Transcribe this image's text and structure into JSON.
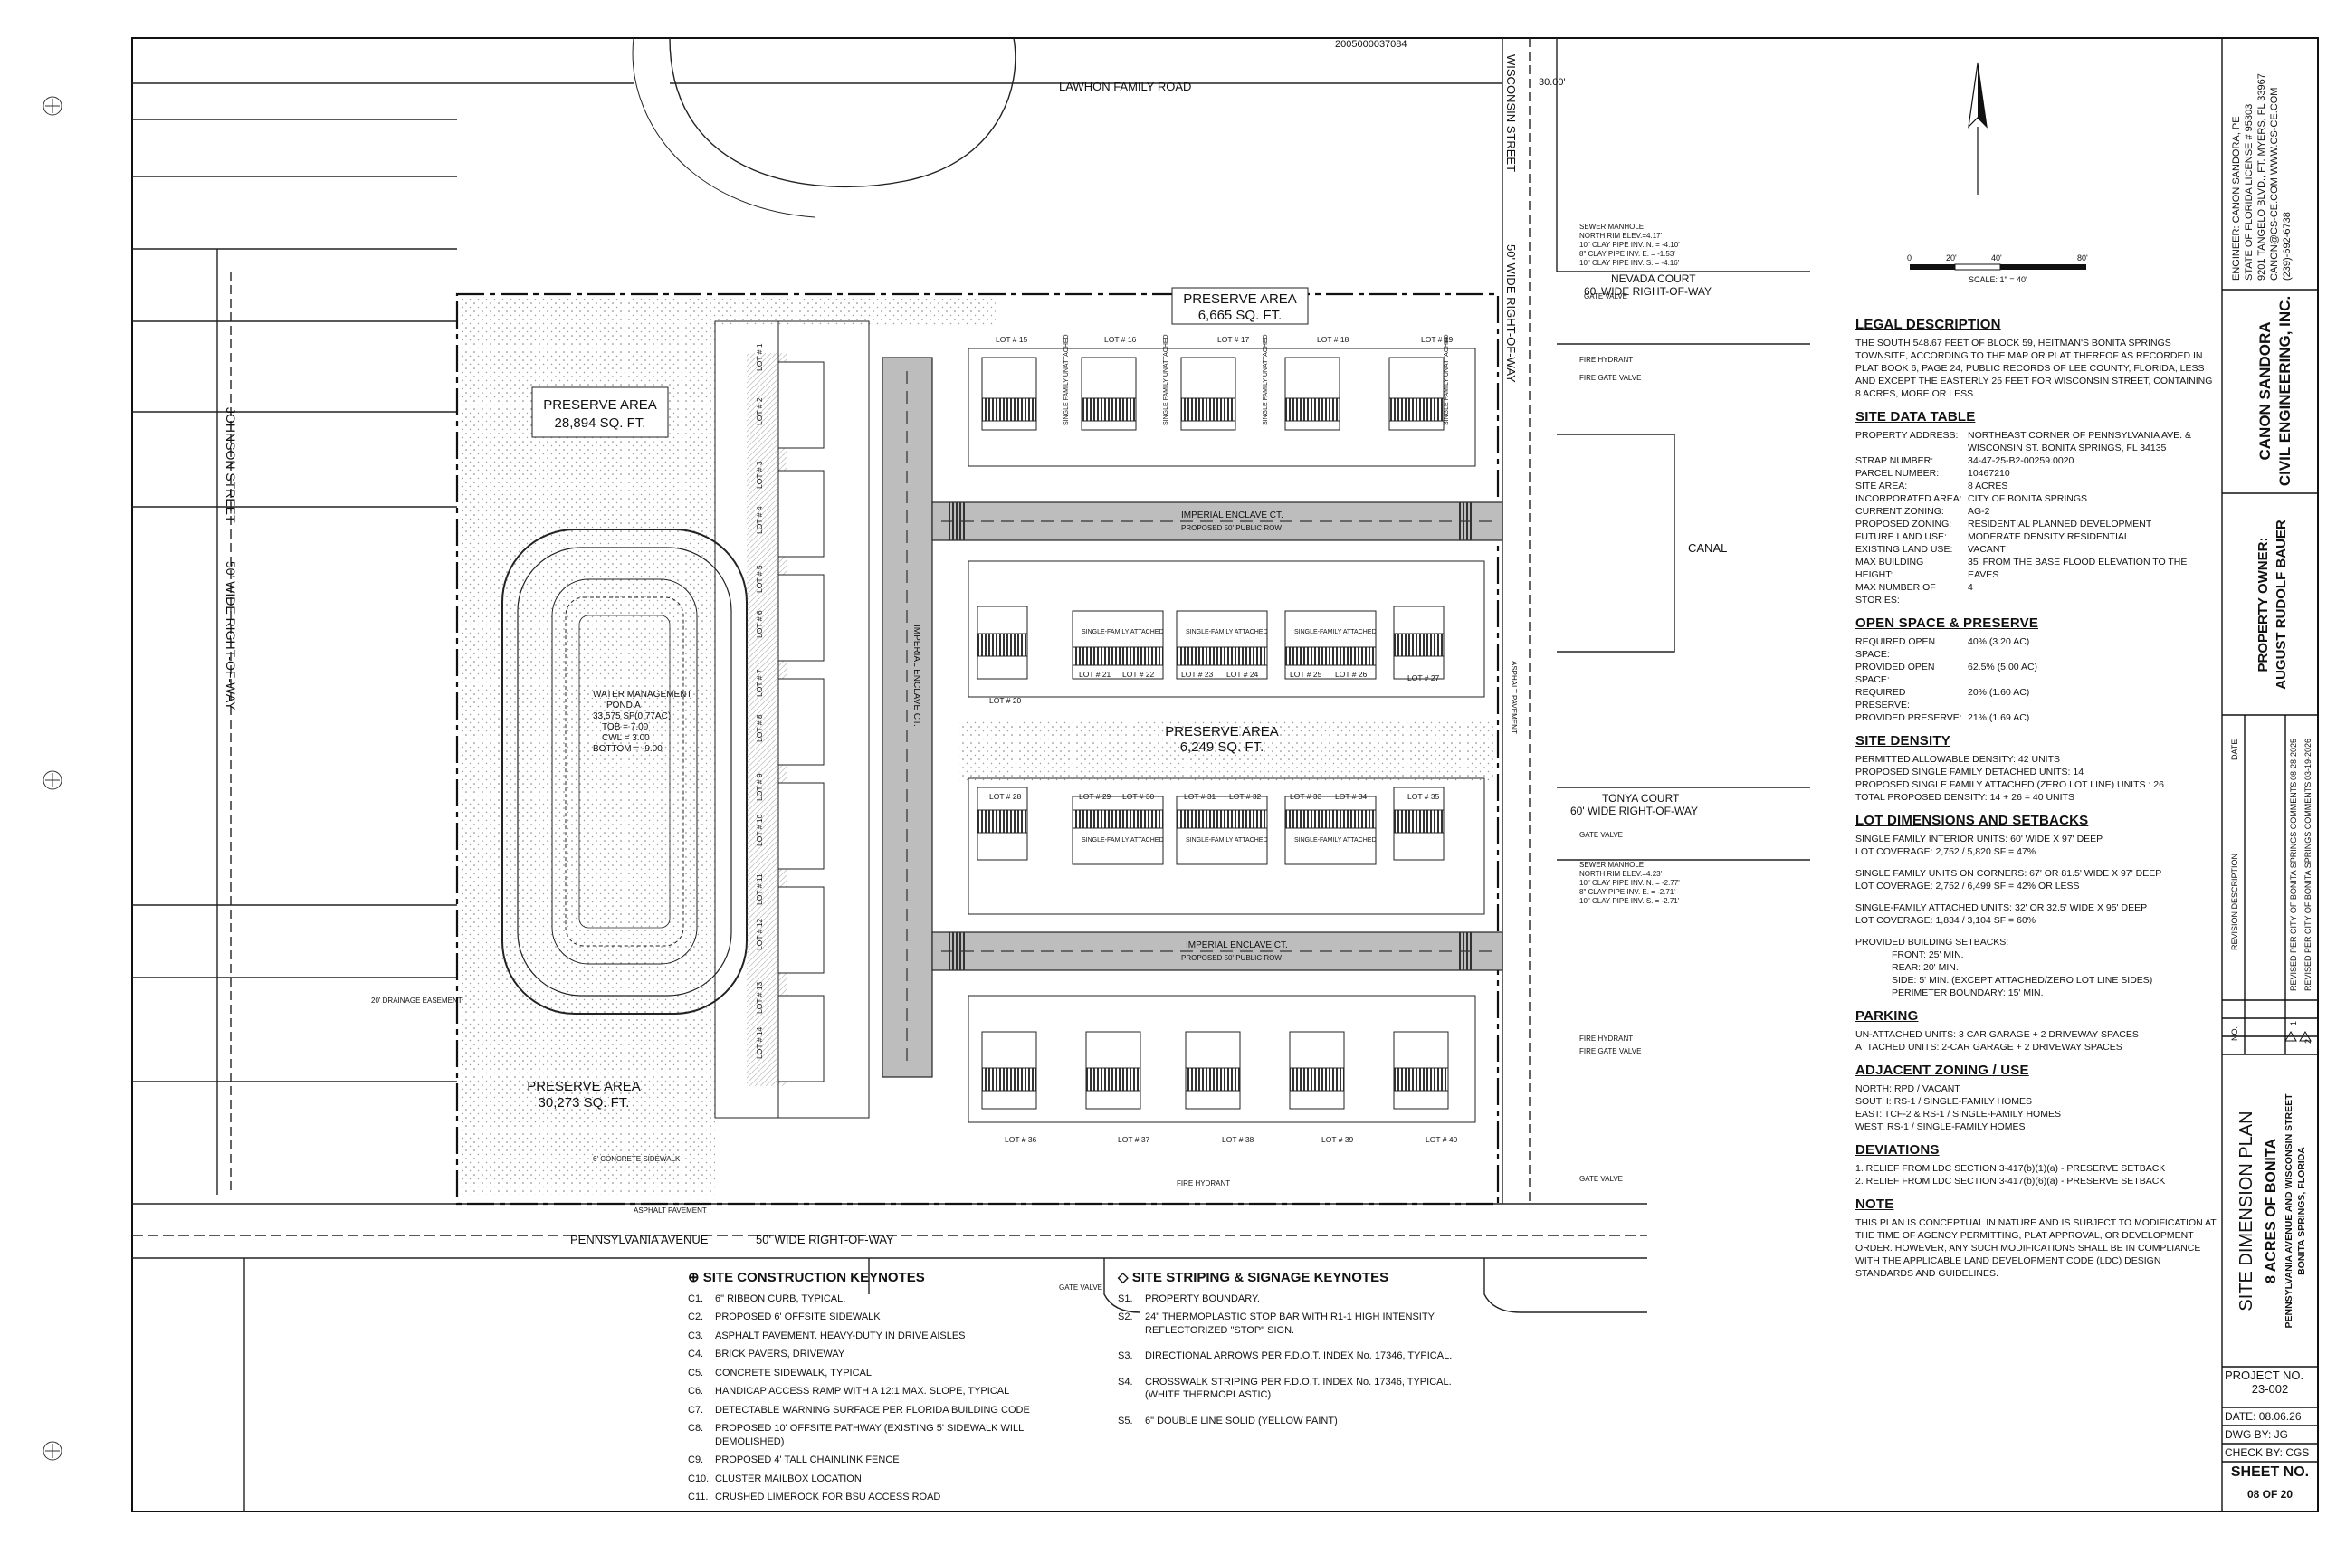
{
  "doc_number": "2005000037084",
  "labels": {
    "lawhon": "LAWHON FAMILY ROAD",
    "wisconsin": "WISCONSIN STREET",
    "wisconsin_row": "50' WIDE RIGHT-OF-WAY",
    "johnson": "JOHNSON STREET",
    "johnson_row": "50' WIDE RIGHT-OF-WAY",
    "pennsylvania": "PENNSYLVANIA AVENUE",
    "pennsylvania_row": "50' WIDE RIGHT-OF-WAY",
    "nevada": "NEVADA COURT",
    "nevada_row": "60' WIDE RIGHT-OF-WAY",
    "tonya": "TONYA COURT",
    "tonya_row": "60' WIDE RIGHT-OF-WAY",
    "canal": "CANAL",
    "dim_30": "30.00'",
    "imperial_1": "IMPERIAL ENCLAVE CT.",
    "imperial_2": "IMPERIAL ENCLAVE CT.",
    "imperial_v": "IMPERIAL ENCLAVE CT.",
    "proposed_row_1": "PROPOSED 50' PUBLIC ROW",
    "proposed_row_2": "PROPOSED 50' PUBLIC ROW",
    "asphalt": "ASPHALT PAVEMENT",
    "asphalt_side": "ASPHALT PAVEMENT",
    "sidewalk": "6' CONCRETE SIDEWALK",
    "drainage": "20' DRAINAGE EASEMENT",
    "fire_hydrant": "FIRE HYDRANT",
    "fire_gate_valve": "FIRE GATE VALVE",
    "gate_valve": "GATE VALVE",
    "sewer_1": [
      "SEWER MANHOLE",
      "NORTH RIM ELEV.=4.17'",
      "10\" CLAY PIPE INV. N. = -4.10'",
      "8\" CLAY PIPE INV. E. = -1.53'",
      "10\" CLAY PIPE INV. S. = -4.16'"
    ],
    "sewer_2": [
      "SEWER MANHOLE",
      "NORTH RIM ELEV.=4.23'",
      "10\" CLAY PIPE INV. N. = -2.77'",
      "8\" CLAY PIPE INV. E. = -2.71'",
      "10\" CLAY PIPE INV. S. = -2.71'"
    ]
  },
  "preserve_areas": [
    {
      "name": "PRESERVE AREA",
      "size": "28,894 SQ. FT."
    },
    {
      "name": "PRESERVE AREA",
      "size": "6,665 SQ. FT."
    },
    {
      "name": "PRESERVE AREA",
      "size": "6,249 SQ. FT."
    },
    {
      "name": "PRESERVE AREA",
      "size": "30,273 SQ. FT."
    }
  ],
  "water_mgmt": [
    "WATER MANAGEMENT",
    "POND A",
    "33,575 SF(0.77AC)",
    "TOB = 7.00",
    "CWL = 3.00",
    "BOTTOM = -9.00"
  ],
  "lots": {
    "west": [
      "LOT # 1",
      "LOT # 2",
      "LOT # 3",
      "LOT # 4",
      "LOT # 5",
      "LOT # 6",
      "LOT # 7",
      "LOT # 8",
      "LOT # 9",
      "LOT # 10",
      "LOT # 11",
      "LOT # 12",
      "LOT # 13",
      "LOT # 14"
    ],
    "row_a": [
      "LOT # 15",
      "LOT # 16",
      "LOT # 17",
      "LOT # 18",
      "LOT # 19"
    ],
    "row_b": [
      "LOT # 20",
      "LOT # 21",
      "LOT # 22",
      "LOT # 23",
      "LOT # 24",
      "LOT # 25",
      "LOT # 26",
      "LOT # 27"
    ],
    "row_c": [
      "LOT # 28",
      "LOT # 29",
      "LOT # 30",
      "LOT # 31",
      "LOT # 32",
      "LOT # 33",
      "LOT # 34",
      "LOT # 35"
    ],
    "row_d": [
      "LOT # 36",
      "LOT # 37",
      "LOT # 38",
      "LOT # 39",
      "LOT # 40"
    ]
  },
  "unit_types": {
    "unattached": "SINGLE FAMILY UNATTACHED",
    "attached": "SINGLE-FAMILY ATTACHED"
  },
  "scale": {
    "label": "SCALE: 1\" = 40'",
    "ticks": [
      "0",
      "20'",
      "40'",
      "80'"
    ]
  },
  "notes": {
    "legal_title": "LEGAL DESCRIPTION",
    "legal_text": "THE SOUTH 548.67 FEET OF BLOCK 59, HEITMAN'S BONITA SPRINGS TOWNSITE, ACCORDING TO THE MAP OR PLAT THEREOF AS RECORDED IN PLAT BOOK 6, PAGE 24, PUBLIC RECORDS OF LEE COUNTY, FLORIDA, LESS AND EXCEPT THE EASTERLY 25 FEET FOR WISCONSIN STREET, CONTAINING 8 ACRES, MORE OR LESS.",
    "site_title": "SITE DATA TABLE",
    "site_rows": [
      [
        "PROPERTY ADDRESS:",
        "NORTHEAST CORNER OF PENNSYLVANIA AVE. & WISCONSIN ST. BONITA SPRINGS, FL 34135"
      ],
      [
        "STRAP NUMBER:",
        "34-47-25-B2-00259.0020"
      ],
      [
        "PARCEL NUMBER:",
        "10467210"
      ],
      [
        "SITE AREA:",
        "8 ACRES"
      ],
      [
        "INCORPORATED AREA:",
        "CITY OF BONITA SPRINGS"
      ],
      [
        "CURRENT ZONING:",
        "AG-2"
      ],
      [
        "PROPOSED ZONING:",
        "RESIDENTIAL PLANNED DEVELOPMENT"
      ],
      [
        "FUTURE LAND USE:",
        "MODERATE DENSITY RESIDENTIAL"
      ],
      [
        "EXISTING LAND USE:",
        "VACANT"
      ],
      [
        "MAX BUILDING HEIGHT:",
        "35' FROM THE BASE FLOOD ELEVATION TO THE EAVES"
      ],
      [
        "MAX NUMBER OF STORIES:",
        "4"
      ]
    ],
    "open_title": "OPEN SPACE & PRESERVE",
    "open_rows": [
      [
        "REQUIRED OPEN SPACE:",
        "40% (3.20 AC)"
      ],
      [
        "PROVIDED OPEN SPACE:",
        "62.5% (5.00 AC)"
      ],
      [
        "REQUIRED PRESERVE:",
        "20% (1.60 AC)"
      ],
      [
        "PROVIDED PRESERVE:",
        "21% (1.69 AC)"
      ]
    ],
    "density_title": "SITE DENSITY",
    "density_lines": [
      "PERMITTED ALLOWABLE DENSITY: 42 UNITS",
      "PROPOSED SINGLE FAMILY DETACHED UNITS: 14",
      "PROPOSED SINGLE FAMILY ATTACHED (ZERO LOT LINE) UNITS : 26",
      "TOTAL PROPOSED DENSITY: 14 + 26 = 40 UNITS"
    ],
    "lotdim_title": "LOT DIMENSIONS AND SETBACKS",
    "lotdim_lines": [
      "SINGLE FAMILY INTERIOR UNITS: 60' WIDE X 97' DEEP",
      "LOT COVERAGE: 2,752 / 5,820 SF = 47%",
      "",
      "SINGLE FAMILY UNITS ON CORNERS: 67' OR 81.5' WIDE X 97' DEEP",
      "LOT COVERAGE: 2,752 / 6,499 SF = 42% OR LESS",
      "",
      "SINGLE-FAMILY ATTACHED UNITS: 32' OR 32.5' WIDE X 95' DEEP",
      "LOT COVERAGE: 1,834 / 3,104 SF = 60%",
      "",
      "PROVIDED BUILDING SETBACKS:",
      "FRONT: 25' MIN.",
      "REAR: 20' MIN.",
      "SIDE: 5' MIN. (EXCEPT ATTACHED/ZERO LOT LINE SIDES)",
      "PERIMETER BOUNDARY: 15' MIN."
    ],
    "parking_title": "PARKING",
    "parking_lines": [
      "UN-ATTACHED UNITS: 3 CAR GARAGE + 2 DRIVEWAY SPACES",
      "ATTACHED UNITS: 2-CAR GARAGE + 2 DRIVEWAY SPACES"
    ],
    "zoning_title": "ADJACENT ZONING / USE",
    "zoning_lines": [
      "NORTH: RPD / VACANT",
      "SOUTH: RS-1 / SINGLE-FAMILY HOMES",
      "EAST: TCF-2 & RS-1 / SINGLE-FAMILY HOMES",
      "WEST: RS-1 / SINGLE-FAMILY HOMES"
    ],
    "dev_title": "DEVIATIONS",
    "dev_lines": [
      "1.   RELIEF FROM LDC SECTION 3-417(b)(1)(a) - PRESERVE SETBACK",
      "2.   RELIEF FROM LDC SECTION 3-417(b)(6)(a) - PRESERVE SETBACK"
    ],
    "note_title": "NOTE",
    "note_text": "THIS PLAN IS CONCEPTUAL IN NATURE AND IS SUBJECT TO MODIFICATION AT THE TIME OF AGENCY PERMITTING, PLAT APPROVAL, OR DEVELOPMENT ORDER. HOWEVER, ANY SUCH MODIFICATIONS SHALL BE IN COMPLIANCE WITH THE APPLICABLE LAND DEVELOPMENT CODE (LDC) DESIGN STANDARDS AND GUIDELINES."
  },
  "construction": {
    "title": "SITE CONSTRUCTION KEYNOTES",
    "items": [
      [
        "C1.",
        "6\" RIBBON CURB, TYPICAL."
      ],
      [
        "C2.",
        "PROPOSED 6' OFFSITE SIDEWALK"
      ],
      [
        "C3.",
        "ASPHALT PAVEMENT. HEAVY-DUTY IN DRIVE AISLES"
      ],
      [
        "C4.",
        "BRICK PAVERS, DRIVEWAY"
      ],
      [
        "C5.",
        "CONCRETE SIDEWALK, TYPICAL"
      ],
      [
        "C6.",
        "HANDICAP ACCESS RAMP WITH A 12:1 MAX. SLOPE, TYPICAL"
      ],
      [
        "C7.",
        "DETECTABLE WARNING SURFACE PER FLORIDA BUILDING CODE"
      ],
      [
        "C8.",
        "PROPOSED 10' OFFSITE PATHWAY (EXISTING 5' SIDEWALK WILL DEMOLISHED)"
      ],
      [
        "C9.",
        "PROPOSED 4' TALL CHAINLINK FENCE"
      ],
      [
        "C10.",
        "CLUSTER MAILBOX LOCATION"
      ],
      [
        "C11.",
        "CRUSHED LIMEROCK FOR BSU ACCESS ROAD"
      ]
    ]
  },
  "striping": {
    "title": "SITE STRIPING & SIGNAGE KEYNOTES",
    "items": [
      [
        "S1.",
        "PROPERTY BOUNDARY."
      ],
      [
        "S2.",
        "24\" THERMOPLASTIC STOP BAR WITH R1-1 HIGH INTENSITY REFLECTORIZED \"STOP\" SIGN."
      ],
      [
        "S3.",
        "DIRECTIONAL ARROWS PER F.D.O.T. INDEX No. 17346, TYPICAL."
      ],
      [
        "S4.",
        "CROSSWALK STRIPING PER F.D.O.T. INDEX No. 17346, TYPICAL. (WHITE THERMOPLASTIC)"
      ],
      [
        "S5.",
        "6\" DOUBLE LINE SOLID (YELLOW PAINT)"
      ]
    ]
  },
  "title_block": {
    "engineer_lines": [
      "ENGINEER: CANON SANDORA, PE",
      "STATE OF FLORIDA LICENSE # 95303",
      "9201 TANGELO BLVD., FT. MYERS, FL 33967",
      "CANON@CS-CE.COM   WWW.CS-CE.COM",
      "(239)-692-6738"
    ],
    "firm_lines": [
      "CANON SANDORA",
      "CIVIL ENGINEERING, INC."
    ],
    "owner_lines": [
      "PROPERTY OWNER:",
      "AUGUST RUDOLF BAUER"
    ],
    "rev_headers": [
      "NO.",
      "REVISION DESCRIPTION",
      "DATE"
    ],
    "revisions": [
      {
        "no": "1",
        "desc": "REVISED PER CITY OF BONITA SPRINGS COMMENTS",
        "date": "08-28-2025"
      },
      {
        "no": "2",
        "desc": "REVISED PER CITY OF BONITA SPRINGS COMMENTS",
        "date": "03-19-2026"
      }
    ],
    "plan_title": "SITE DIMENSION PLAN",
    "project_name": "8 ACRES OF BONITA",
    "project_loc": [
      "PENNSYLVANIA AVENUE AND WISCONSIN STREET",
      "BONITA SPRINGS, FLORIDA"
    ],
    "project_no_label": "PROJECT NO.",
    "project_no": "23-002",
    "date": "DATE: 08.06.26",
    "dwg_by": "DWG BY:  JG",
    "check_by": "CHECK BY: CGS",
    "sheet_label": "SHEET NO.",
    "sheet_no": "08 OF 20"
  }
}
